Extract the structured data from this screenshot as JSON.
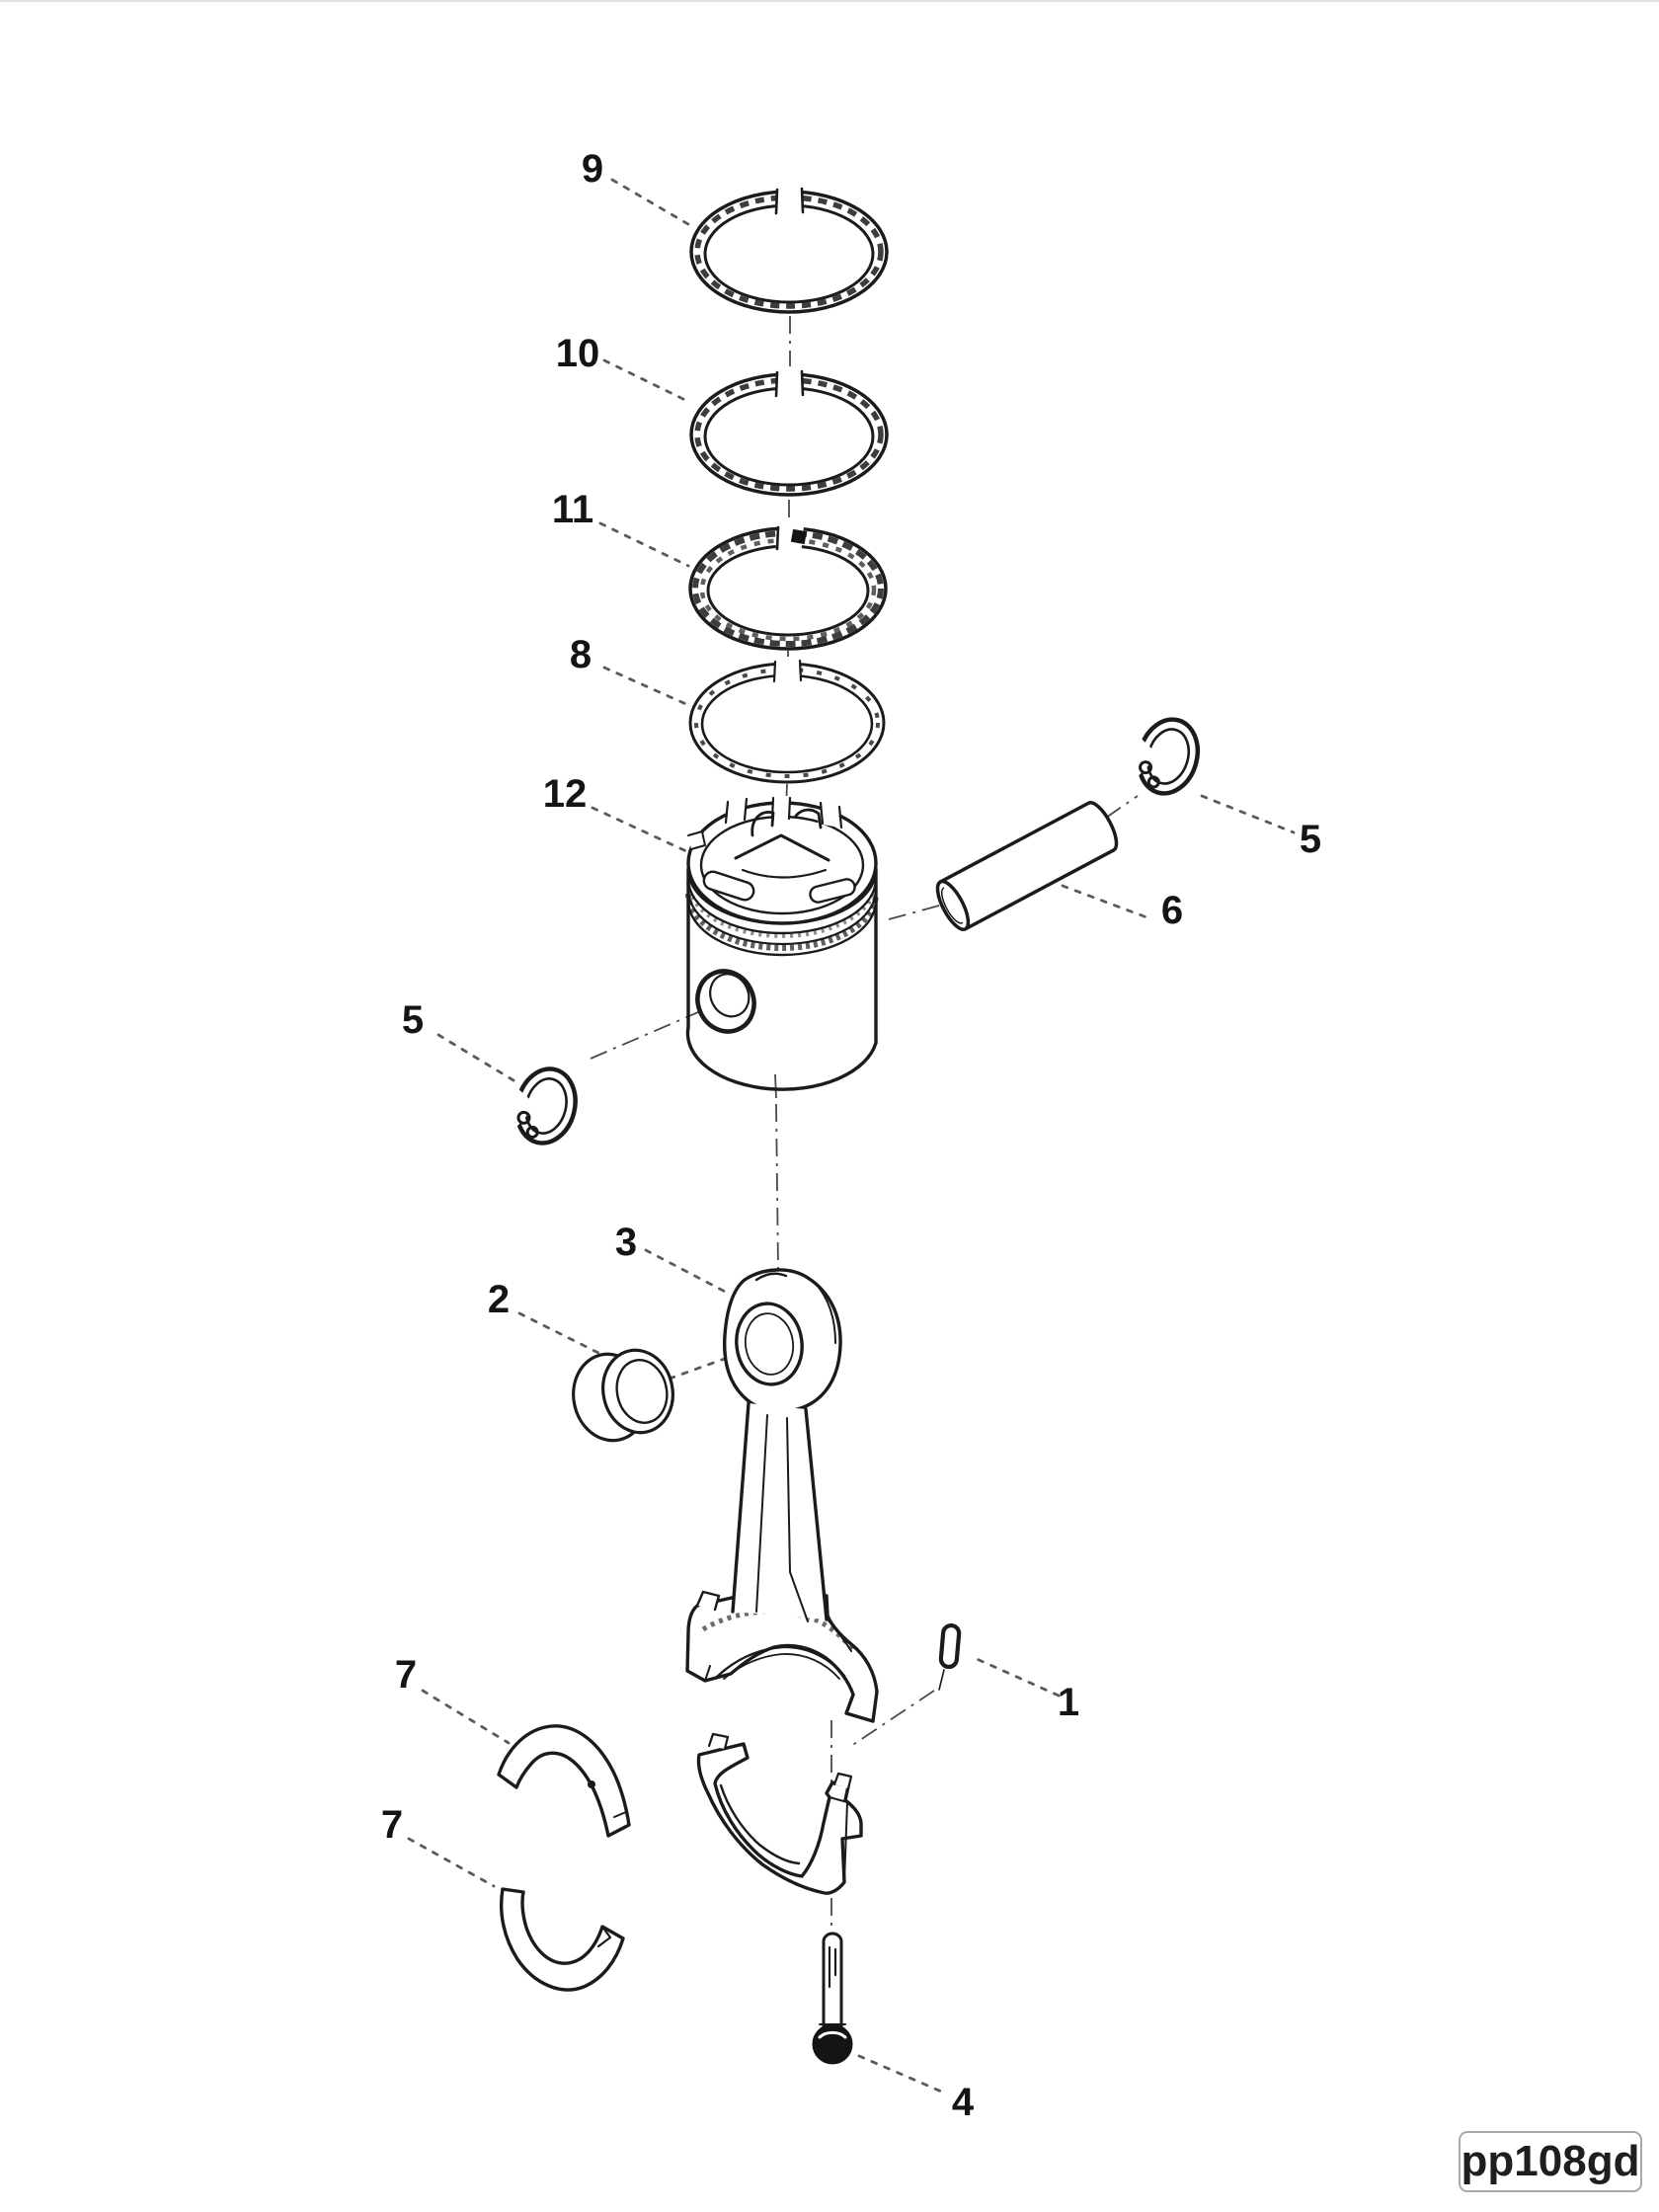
{
  "diagram": {
    "figure_code": "pp108gd",
    "callouts": {
      "top_ring": "9",
      "second_ring": "10",
      "intermediate_ring": "11",
      "oil_control_ring": "8",
      "piston": "12",
      "piston_pin": "6",
      "retaining_ring_right": "5",
      "retaining_ring_left": "5",
      "connecting_rod": "3",
      "piston_pin_bushing": "2",
      "rod_bearing_upper": "7",
      "rod_bearing_lower": "7",
      "dowel_pin": "1",
      "rod_cap_bolt": "4"
    }
  }
}
